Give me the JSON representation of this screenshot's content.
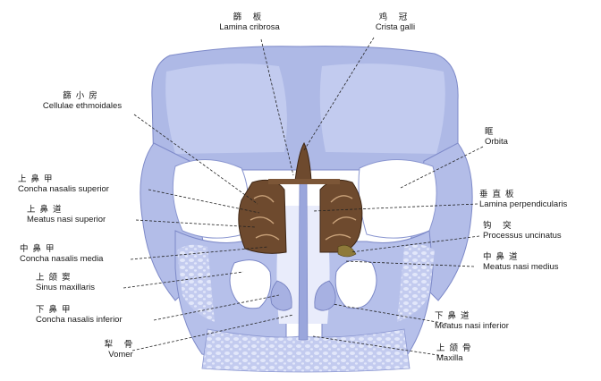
{
  "labels": {
    "lamina_cribrosa": {
      "zh": "篩 板",
      "la": "Lamina cribrosa"
    },
    "crista_galli": {
      "zh": "鸡 冠",
      "la": "Crista galli"
    },
    "cellulae": {
      "zh": "篩小房",
      "la": "Cellulae ethmoidales"
    },
    "orbita": {
      "zh": "眶",
      "la": "Orbita"
    },
    "concha_sup": {
      "zh": "上鼻甲",
      "la": "Concha nasalis superior"
    },
    "lamina_perp": {
      "zh": "垂直板",
      "la": "Lamina perpendicularis"
    },
    "meatus_sup": {
      "zh": "上鼻道",
      "la": "Meatus nasi superior"
    },
    "processus": {
      "zh": "钩 突",
      "la": "Processus uncinatus"
    },
    "concha_med": {
      "zh": "中鼻甲",
      "la": "Concha nasalis media"
    },
    "meatus_med": {
      "zh": "中鼻道",
      "la": "Meatus nasi medius"
    },
    "sinus": {
      "zh": "上颌窦",
      "la": "Sinus maxillaris"
    },
    "concha_inf": {
      "zh": "下鼻甲",
      "la": "Concha nasalis inferior"
    },
    "meatus_inf": {
      "zh": "下鼻道",
      "la": "Meatus nasi inferior"
    },
    "vomer": {
      "zh": "犁 骨",
      "la": "Vomer"
    },
    "maxilla": {
      "zh": "上颌骨",
      "la": "Maxilla"
    }
  },
  "colors": {
    "bone": "#b9c3ea",
    "bone_light": "#d8def5",
    "bone_dark": "#8e9ad3",
    "ethmoid": "#6e4a2e",
    "leader": "#222222"
  }
}
